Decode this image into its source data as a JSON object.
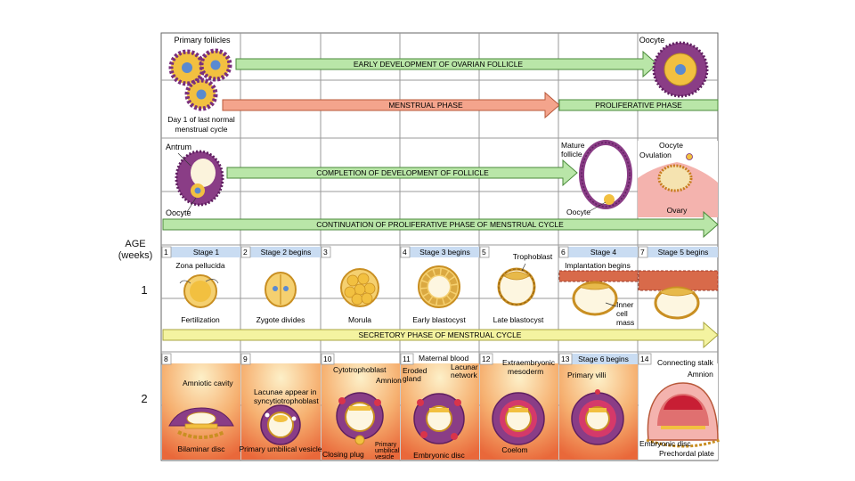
{
  "axis": {
    "age_label": "AGE",
    "weeks_label": "(weeks)",
    "week1": "1",
    "week2": "2"
  },
  "row1": {
    "primary_follicles": "Primary follicles",
    "day1_line1": "Day 1 of last normal",
    "day1_line2": "menstrual cycle",
    "oocyte": "Oocyte",
    "arrow_ovarian": "EARLY DEVELOPMENT OF OVARIAN FOLLICLE",
    "arrow_menstrual": "MENSTRUAL PHASE",
    "proliferative": "PROLIFERATIVE PHASE"
  },
  "row2": {
    "antrum": "Antrum",
    "oocyte_left": "Oocyte",
    "arrow_completion": "COMPLETION OF DEVELOPMENT OF FOLLICLE",
    "mature1": "Mature",
    "mature2": "follicle",
    "oocyte_mature": "Oocyte",
    "oocyte_ovulation": "Oocyte",
    "ovulation": "Ovulation",
    "ovary": "Ovary",
    "arrow_continuation": "CONTINUATION OF PROLIFERATIVE PHASE OF MENSTRUAL CYCLE"
  },
  "week1": {
    "days": [
      {
        "num": "1",
        "stage": "Stage 1"
      },
      {
        "num": "2",
        "stage": "Stage 2 begins"
      },
      {
        "num": "3",
        "stage": ""
      },
      {
        "num": "4",
        "stage": "Stage 3 begins"
      },
      {
        "num": "5",
        "stage": ""
      },
      {
        "num": "6",
        "stage": "Stage 4"
      },
      {
        "num": "7",
        "stage": "Stage 5 begins"
      }
    ],
    "zona_pellucida": "Zona pellucida",
    "fertilization": "Fertilization",
    "zygote_divides": "Zygote divides",
    "morula": "Morula",
    "early_blastocyst": "Early blastocyst",
    "trophoblast": "Trophoblast",
    "late_blastocyst": "Late blastocyst",
    "implantation": "Implantation begins",
    "inner1": "Inner",
    "inner2": "cell",
    "inner3": "mass"
  },
  "arrow_secretory": "SECRETORY PHASE OF MENSTRUAL CYCLE",
  "week2": {
    "days": [
      {
        "num": "8",
        "stage": ""
      },
      {
        "num": "9",
        "stage": ""
      },
      {
        "num": "10",
        "stage": ""
      },
      {
        "num": "11",
        "stage": ""
      },
      {
        "num": "12",
        "stage": ""
      },
      {
        "num": "13",
        "stage": "Stage 6 begins"
      },
      {
        "num": "14",
        "stage": ""
      }
    ],
    "amniotic_cavity": "Amniotic cavity",
    "bilaminar_disc": "Bilaminar disc",
    "lacunae1": "Lacunae appear in",
    "lacunae2": "syncytiotrophoblast",
    "primary_umbilical": "Primary umbilical vesicle",
    "cytotrophoblast": "Cytotrophoblast",
    "amnion": "Amnion",
    "closing_plug": "Closing plug",
    "prim_umb1": "Primary",
    "prim_umb2": "umbilical",
    "prim_umb3": "vesicle",
    "maternal_blood": "Maternal blood",
    "eroded1": "Eroded",
    "eroded2": "gland",
    "lacunar1": "Lacunar",
    "lacunar2": "network",
    "embryonic_disc": "Embryonic disc",
    "extraembryonic1": "Extraembryonic",
    "extraembryonic2": "mesoderm",
    "coelom": "Coelom",
    "primary_villi": "Primary villi",
    "connecting_stalk": "Connecting stalk",
    "amnion2": "Amnion",
    "embryonic_disc2": "Embryonic disc",
    "prechordal": "Prechordal plate"
  },
  "colors": {
    "grid": "#9a9a9a",
    "green_arrow": "#b9e6a8",
    "red_arrow": "#f4a48c",
    "yellow_arrow": "#f4f3a0",
    "stage_header": "#c9dcf2",
    "follicle_purple": "#8a3d86",
    "granulosa": "#f2c040"
  }
}
